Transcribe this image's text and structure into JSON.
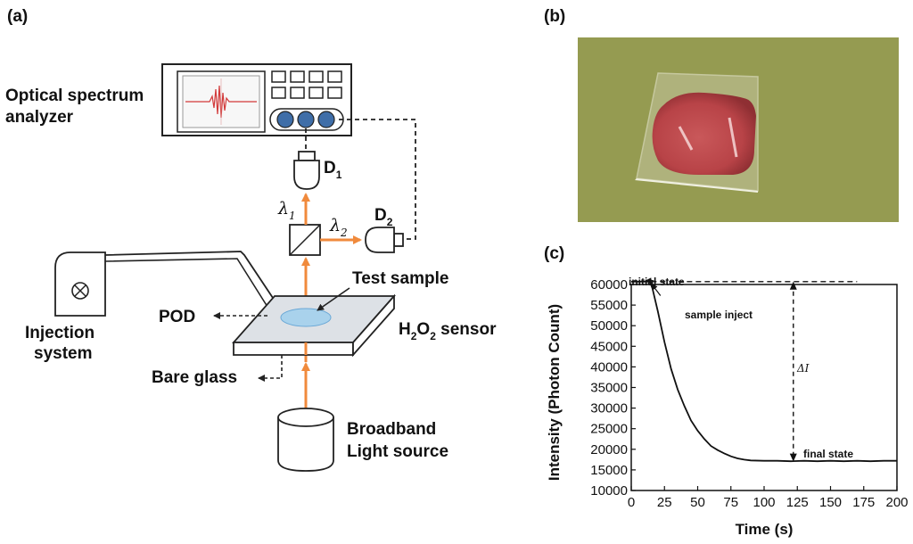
{
  "panel_a": {
    "panel_label": "(a)",
    "osa_label_line1": "Optical spectrum",
    "osa_label_line2": "analyzer",
    "d1_label": "D",
    "d1_sub": "1",
    "d2_label": "D",
    "d2_sub": "2",
    "lambda1": "λ",
    "lambda1_sub": "1",
    "lambda2": "λ",
    "lambda2_sub": "2",
    "test_sample": "Test sample",
    "pod": "POD",
    "h2o2_pre": "H",
    "h2o2_sub1": "2",
    "h2o2_mid": "O",
    "h2o2_sub2": "2",
    "h2o2_post": " sensor",
    "injection_line1": "Injection",
    "injection_line2": "system",
    "bare_glass": "Bare glass",
    "broadband_line1": "Broadband",
    "broadband_line2": "Light source",
    "colors": {
      "beam": "#f08a3c",
      "sample": "#a9d2ec",
      "glass_top": "#dde1e6"
    }
  },
  "panel_b": {
    "panel_label": "(b)",
    "colors": {
      "background": "#9a9f57",
      "liquid": "#c45152"
    }
  },
  "panel_c": {
    "panel_label": "(c)",
    "chart_data": {
      "type": "line",
      "xlabel": "Time (s)",
      "ylabel": "Intensity (Photon Count)",
      "xlim": [
        0,
        200
      ],
      "ylim": [
        10000,
        60000
      ],
      "x_ticks": [
        "0",
        "25",
        "50",
        "75",
        "100",
        "125",
        "150",
        "175",
        "200"
      ],
      "y_ticks": [
        "10000",
        "15000",
        "20000",
        "25000",
        "30000",
        "35000",
        "40000",
        "45000",
        "50000",
        "55000",
        "60000"
      ],
      "series": [
        {
          "x": [
            0,
            5,
            10,
            14,
            16,
            20,
            25,
            30,
            35,
            40,
            45,
            50,
            55,
            60,
            65,
            70,
            75,
            80,
            85,
            90,
            100,
            110,
            120,
            130,
            140,
            150,
            160,
            170,
            180,
            190,
            200
          ],
          "values": [
            60700,
            60700,
            60700,
            60700,
            59000,
            53500,
            46000,
            39500,
            34500,
            30500,
            27000,
            24500,
            22500,
            20800,
            19800,
            19000,
            18300,
            17800,
            17500,
            17300,
            17200,
            17200,
            17100,
            17200,
            17100,
            17200,
            17100,
            17200,
            17100,
            17200,
            17200
          ]
        }
      ],
      "annotations": {
        "initial_state": "initial state",
        "sample_inject": "sample inject",
        "delta_i": "ΔI",
        "final_state": "final state"
      },
      "reference_levels": {
        "initial": 60700,
        "final": 17000,
        "delta_at_x": 122
      }
    }
  }
}
